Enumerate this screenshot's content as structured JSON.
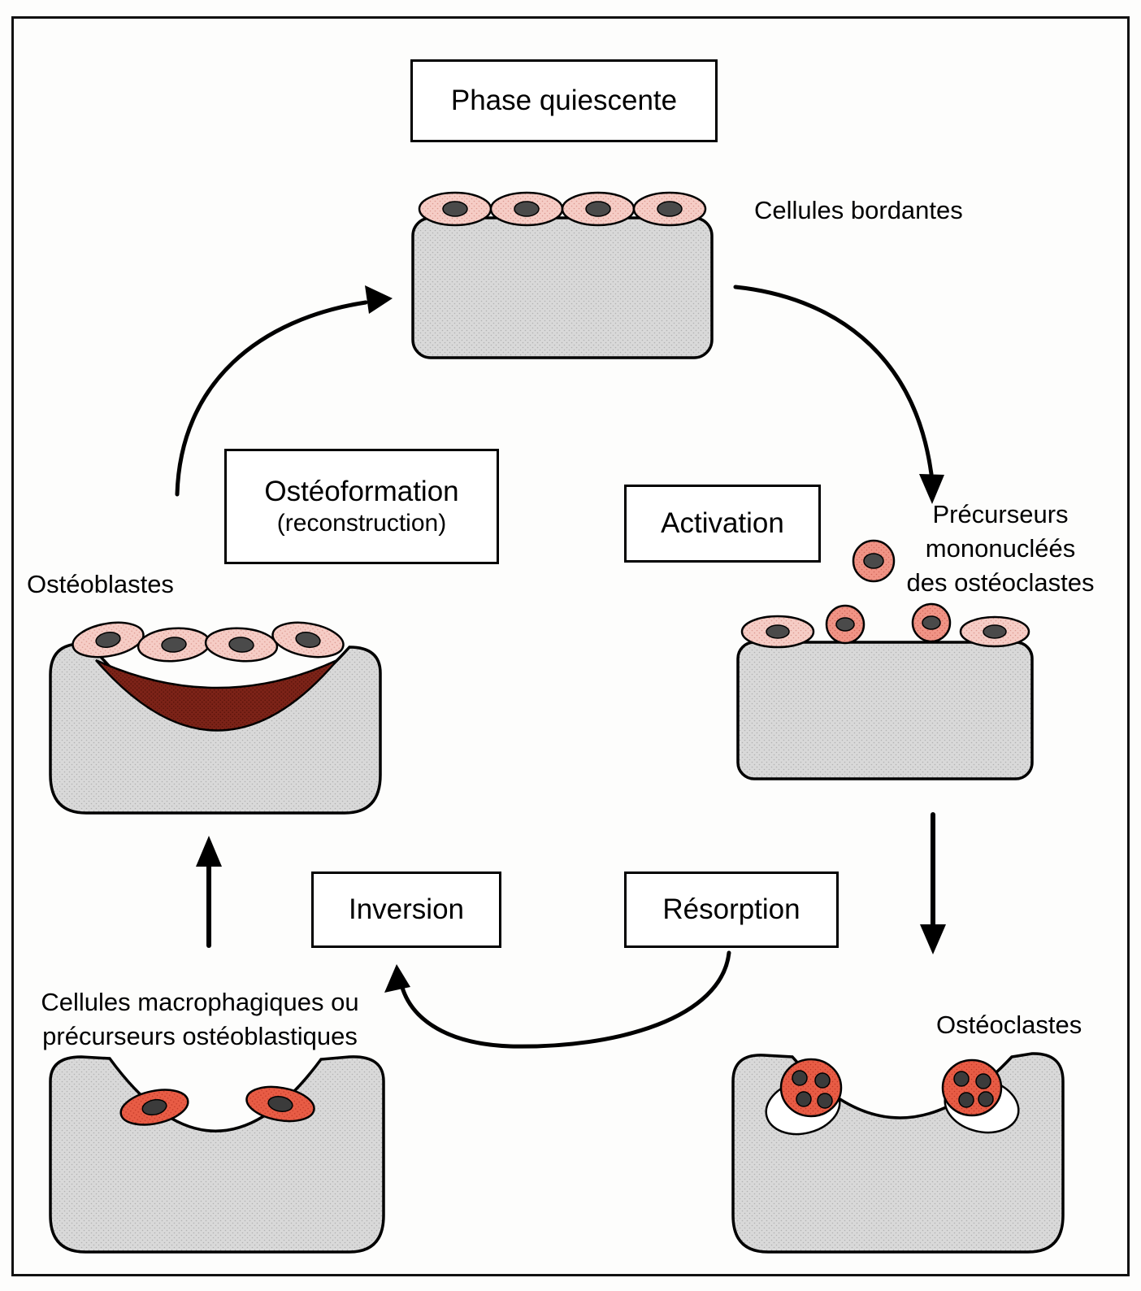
{
  "boxes": {
    "phase_quiescente": "Phase quiescente",
    "osteoformation_line1": "Ostéoformation",
    "osteoformation_line2": "(reconstruction)",
    "activation": "Activation",
    "inversion": "Inversion",
    "resorption": "Résorption"
  },
  "labels": {
    "cellules_bordantes": "Cellules bordantes",
    "precurseurs_line1": "Précurseurs",
    "precurseurs_line2": "mononucléés",
    "precurseurs_line3": "des ostéoclastes",
    "osteoblastes": "Ostéoblastes",
    "macrophagiques_line1": "Cellules macrophagiques ou",
    "macrophagiques_line2": "précurseurs ostéoblastiques",
    "osteoclastes": "Ostéoclastes"
  },
  "colors": {
    "bone_matrix": "#d9d9d9",
    "lining_cell": "#f6cdc6",
    "precursor_cell": "#f19486",
    "osteoclast": "#e85c45",
    "new_osteoid": "#7c2318",
    "outline": "#000000"
  }
}
